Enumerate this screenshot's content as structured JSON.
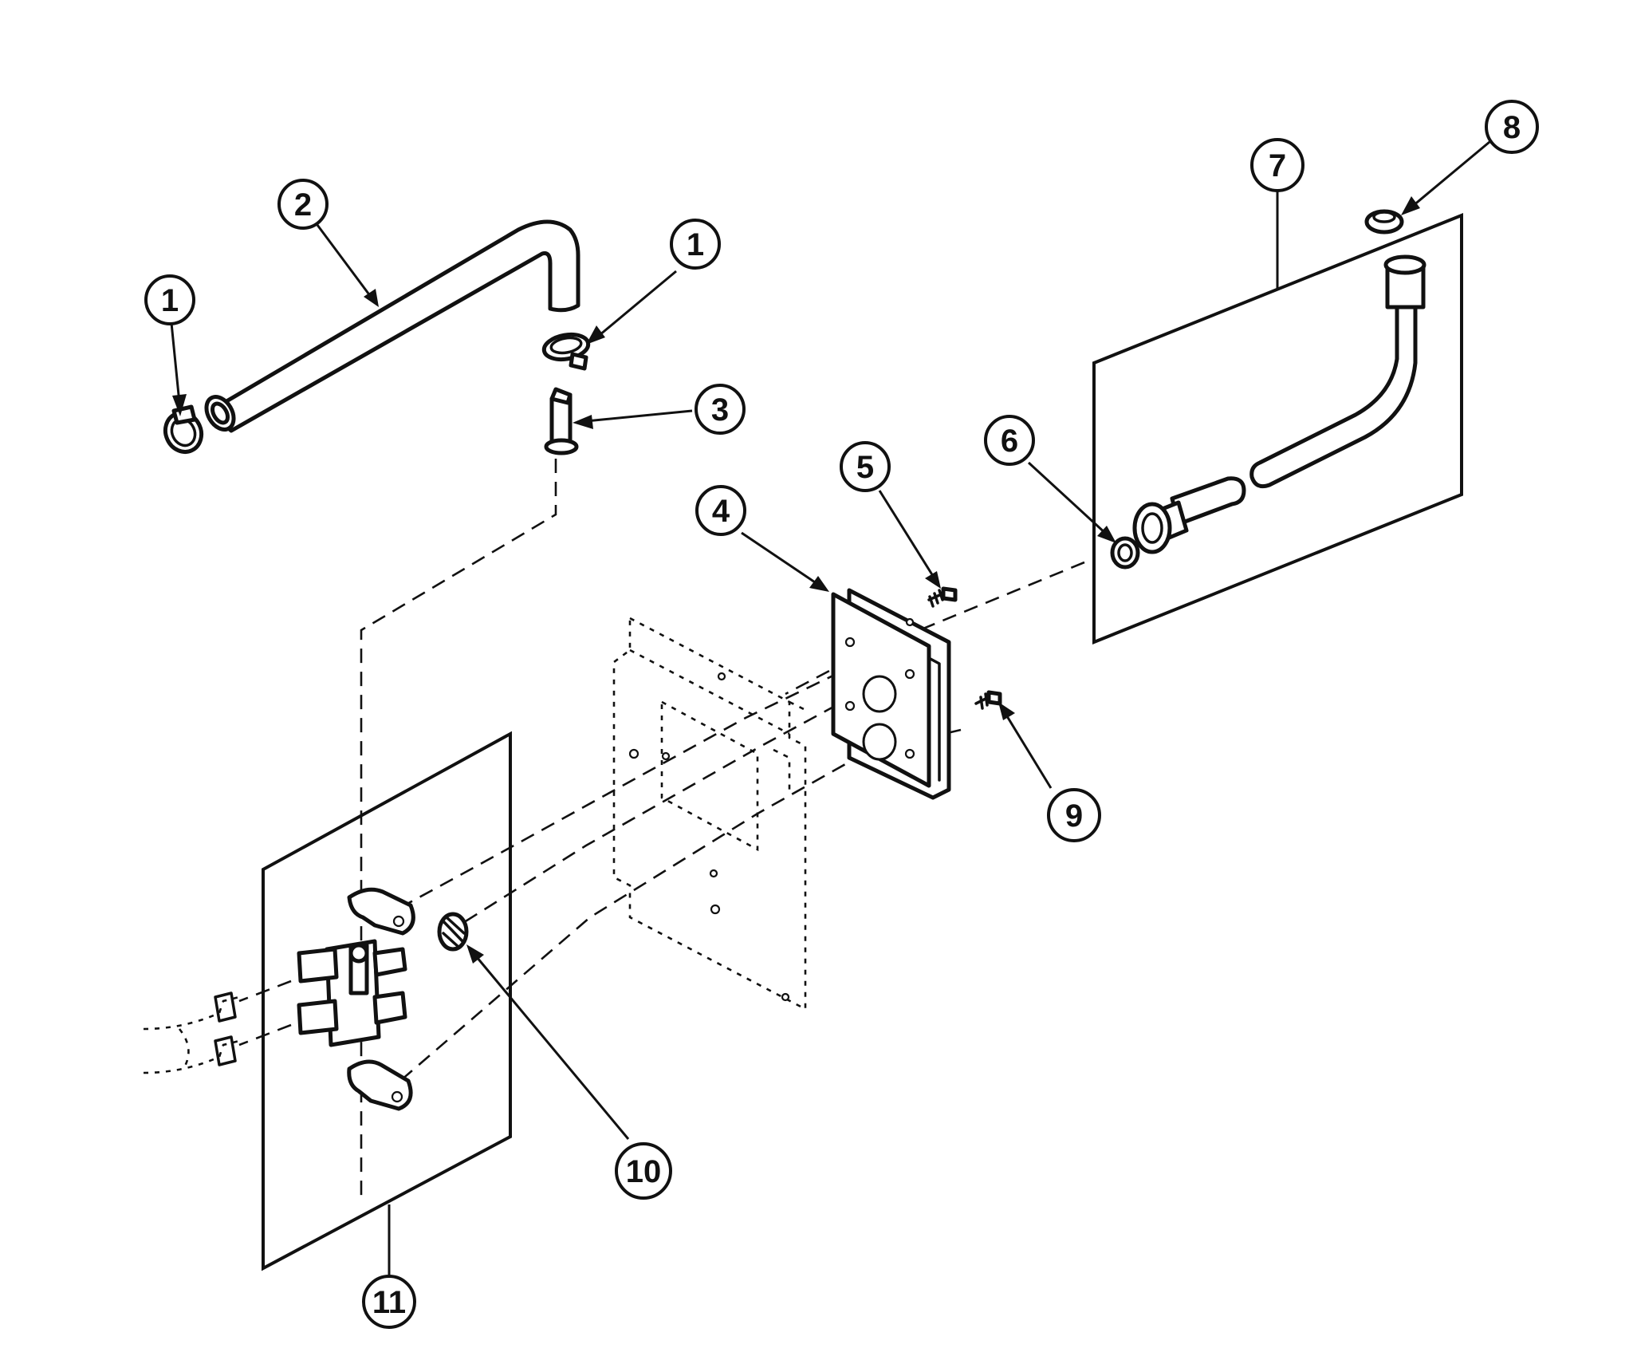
{
  "callouts": {
    "c1a": "1",
    "c1b": "1",
    "c2": "2",
    "c3": "3",
    "c4": "4",
    "c5": "5",
    "c6": "6",
    "c7": "7",
    "c8": "8",
    "c9": "9",
    "c10": "10",
    "c11": "11"
  }
}
